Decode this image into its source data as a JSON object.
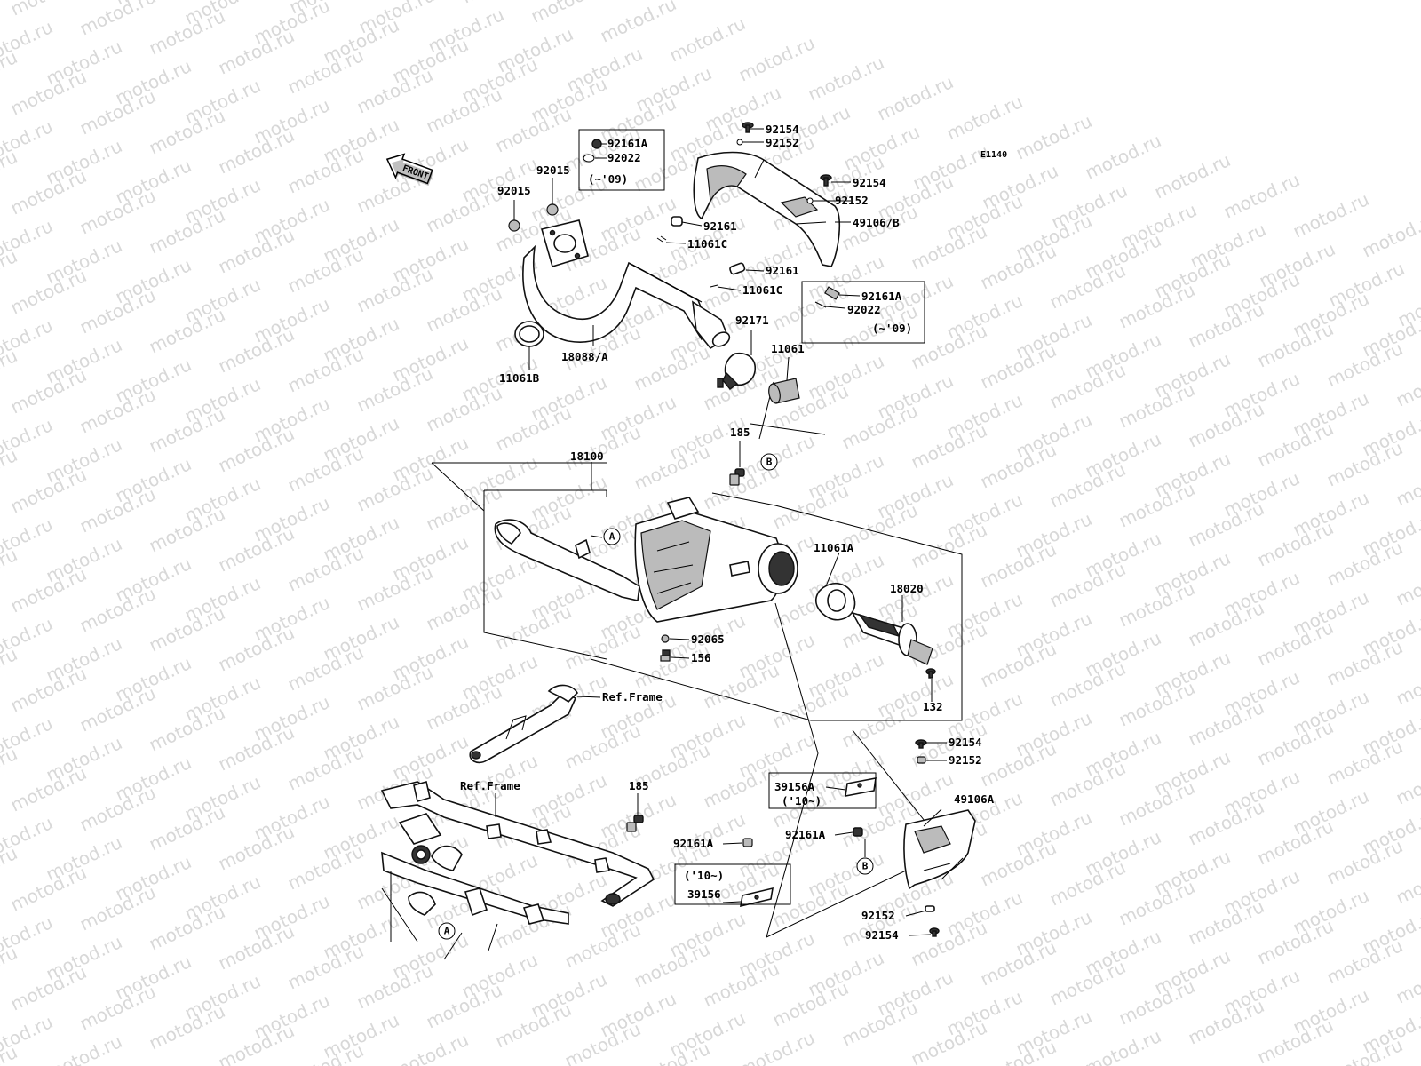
{
  "diagram": {
    "code": "E1140",
    "watermark": "motod.ru",
    "front_label": "FRONT",
    "circle_refs": [
      "A",
      "B",
      "A",
      "B"
    ],
    "labels": [
      {
        "id": "l01",
        "text": "92154"
      },
      {
        "id": "l02",
        "text": "92152"
      },
      {
        "id": "l03",
        "text": "92161A"
      },
      {
        "id": "l04",
        "text": "92022"
      },
      {
        "id": "l05",
        "text": "(~'09)"
      },
      {
        "id": "l06",
        "text": "92015"
      },
      {
        "id": "l07",
        "text": "92015"
      },
      {
        "id": "l08",
        "text": "92154"
      },
      {
        "id": "l09",
        "text": "92152"
      },
      {
        "id": "l10",
        "text": "92161"
      },
      {
        "id": "l11",
        "text": "11061C"
      },
      {
        "id": "l12",
        "text": "49106/B"
      },
      {
        "id": "l13",
        "text": "92161"
      },
      {
        "id": "l14",
        "text": "11061C"
      },
      {
        "id": "l15",
        "text": "92161A"
      },
      {
        "id": "l16",
        "text": "92022"
      },
      {
        "id": "l17",
        "text": "(~'09)"
      },
      {
        "id": "l18",
        "text": "92171"
      },
      {
        "id": "l19",
        "text": "11061"
      },
      {
        "id": "l20",
        "text": "18088/A"
      },
      {
        "id": "l21",
        "text": "11061B"
      },
      {
        "id": "l22",
        "text": "185"
      },
      {
        "id": "l23",
        "text": "18100"
      },
      {
        "id": "l24",
        "text": "11061A"
      },
      {
        "id": "l25",
        "text": "18020"
      },
      {
        "id": "l26",
        "text": "92065"
      },
      {
        "id": "l27",
        "text": "156"
      },
      {
        "id": "l28",
        "text": "Ref.Frame"
      },
      {
        "id": "l29",
        "text": "132"
      },
      {
        "id": "l30",
        "text": "92154"
      },
      {
        "id": "l31",
        "text": "92152"
      },
      {
        "id": "l32",
        "text": "39156A"
      },
      {
        "id": "l33",
        "text": "('10~)"
      },
      {
        "id": "l34",
        "text": "Ref.Frame"
      },
      {
        "id": "l35",
        "text": "185"
      },
      {
        "id": "l36",
        "text": "49106A"
      },
      {
        "id": "l37",
        "text": "92161A"
      },
      {
        "id": "l38",
        "text": "92161A"
      },
      {
        "id": "l39",
        "text": "('10~)"
      },
      {
        "id": "l40",
        "text": "39156"
      },
      {
        "id": "l41",
        "text": "92152"
      },
      {
        "id": "l42",
        "text": "92154"
      }
    ]
  }
}
